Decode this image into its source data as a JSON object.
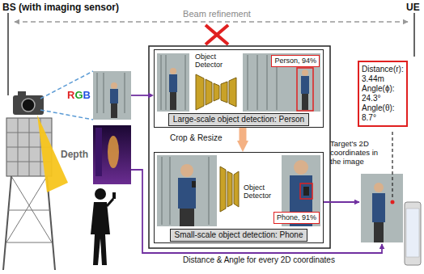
{
  "diagram": {
    "nodes": [
      {
        "text": [
          "RGB"
        ]
      },
      {
        "text": [
          "Depth"
        ]
      },
      {
        "text": [
          "Object Detector"
        ]
      },
      {
        "text": [
          "Person, 94%"
        ],
        "in": 2
      },
      {
        "text": [
          "Large-scale object detection: Person"
        ],
        "in": 2
      },
      {
        "text": [
          "Object Detector"
        ]
      },
      {
        "text": [
          "Phone, 91%"
        ],
        "in": 5
      },
      {
        "text": [
          "Small-scale object detection: Phone"
        ],
        "in": 5
      },
      {
        "text": [
          "Distance(r): 3.44m",
          "Angle(ϕ): 24.3°",
          "Angle(θ): 8.7°"
        ]
      }
    ],
    "edges": [
      {
        "from": 0,
        "to": 2,
        "arrow": "to"
      },
      {
        "from": 2,
        "to": 5,
        "label": "Crop & Resize",
        "arrow": "to"
      }
    ],
    "labels": [
      "BS (with imaging sensor)",
      "UE",
      "Beam refinement",
      "Target's 2D coordinates in the image",
      "Distance & Angle for every 2D coordinates"
    ]
  }
}
